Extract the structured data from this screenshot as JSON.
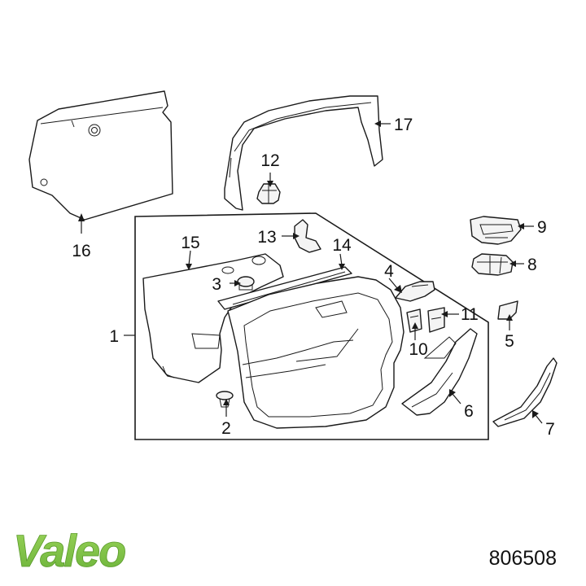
{
  "callouts": {
    "c1": "1",
    "c2": "2",
    "c3": "3",
    "c4": "4",
    "c5": "5",
    "c6": "6",
    "c7": "7",
    "c8": "8",
    "c9": "9",
    "c10": "10",
    "c11": "11",
    "c12": "12",
    "c13": "13",
    "c14": "14",
    "c15": "15",
    "c16": "16",
    "c17": "17"
  },
  "brand": {
    "logo_text": "Valeo",
    "logo_color": "#7cc242"
  },
  "part_number": "806508"
}
